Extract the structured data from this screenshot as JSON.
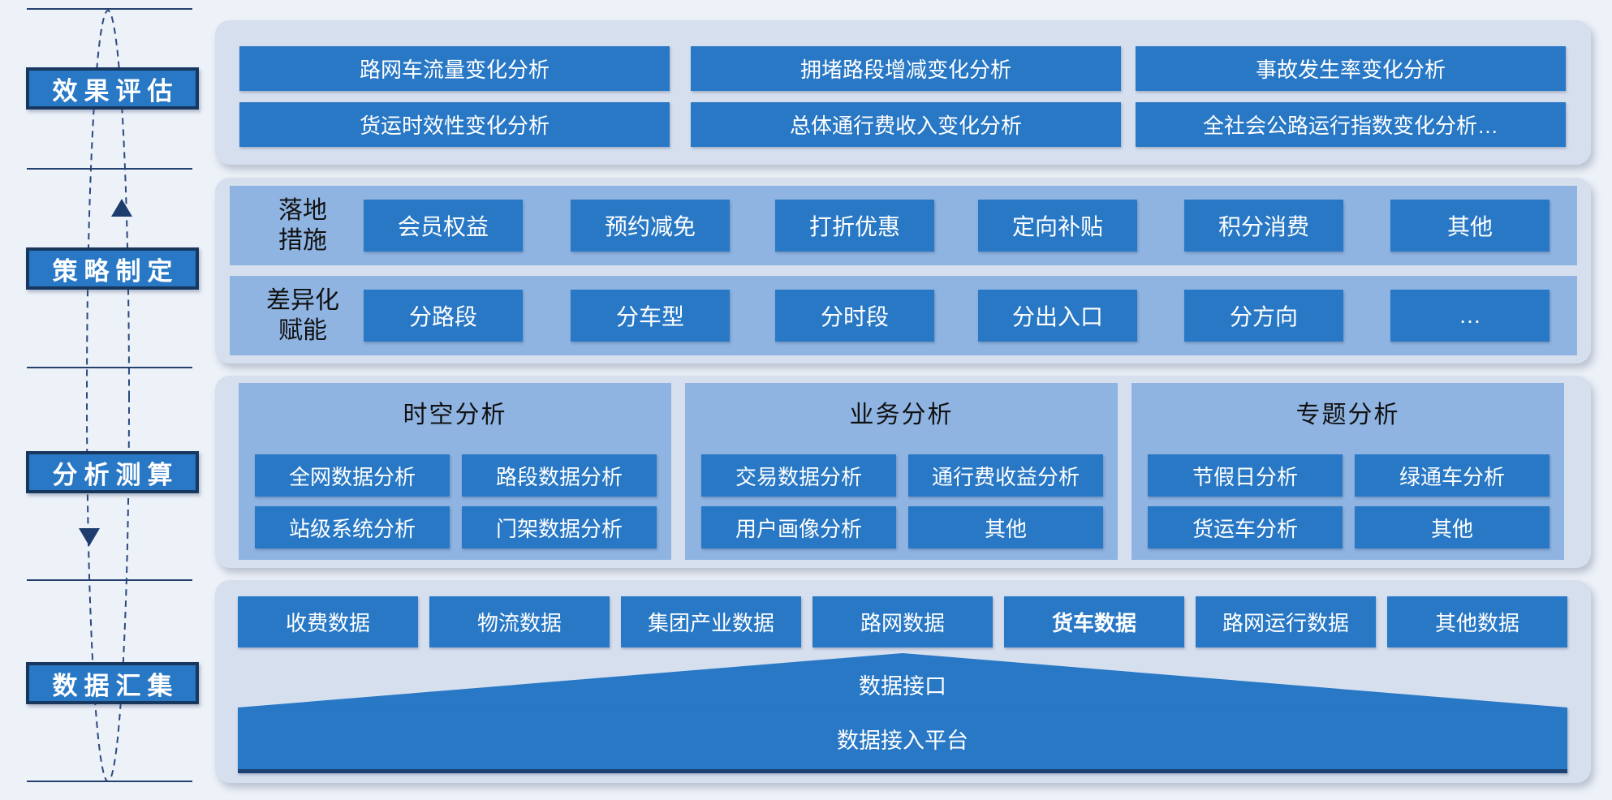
{
  "sidebar": {
    "stages": [
      {
        "label": "效果评估"
      },
      {
        "label": "策略制定"
      },
      {
        "label": "分析测算"
      },
      {
        "label": "数据汇集"
      }
    ]
  },
  "bands": {
    "evaluation": {
      "buttons": [
        "路网车流量变化分析",
        "拥堵路段增减变化分析",
        "事故发生率变化分析",
        "货运时效性变化分析",
        "总体通行费收入变化分析",
        "全社会公路运行指数变化分析…"
      ]
    },
    "strategy": {
      "rows": [
        {
          "label": "落地\n措施",
          "buttons": [
            "会员权益",
            "预约减免",
            "打折优惠",
            "定向补贴",
            "积分消费",
            "其他"
          ]
        },
        {
          "label": "差异化\n赋能",
          "buttons": [
            "分路段",
            "分车型",
            "分时段",
            "分出入口",
            "分方向",
            "…"
          ]
        }
      ]
    },
    "analysis": {
      "groups": [
        {
          "title": "时空分析",
          "buttons": [
            "全网数据分析",
            "路段数据分析",
            "站级系统分析",
            "门架数据分析"
          ]
        },
        {
          "title": "业务分析",
          "buttons": [
            "交易数据分析",
            "通行费收益分析",
            "用户画像分析",
            "其他"
          ]
        },
        {
          "title": "专题分析",
          "buttons": [
            "节假日分析",
            "绿通车分析",
            "货运车分析",
            "其他"
          ]
        }
      ]
    },
    "data_collection": {
      "sources": [
        "收费数据",
        "物流数据",
        "集团产业数据",
        "路网数据",
        "货车数据",
        "路网运行数据",
        "其他数据"
      ],
      "interface_label": "数据接口",
      "platform_label": "数据接入平台"
    }
  },
  "colors": {
    "page_bg": "#edf1f8",
    "band_bg": "#d6dfee",
    "panel_bg": "#8fb4e2",
    "block_blue": "#2878c5",
    "navy": "#17375e",
    "white": "#ffffff"
  }
}
